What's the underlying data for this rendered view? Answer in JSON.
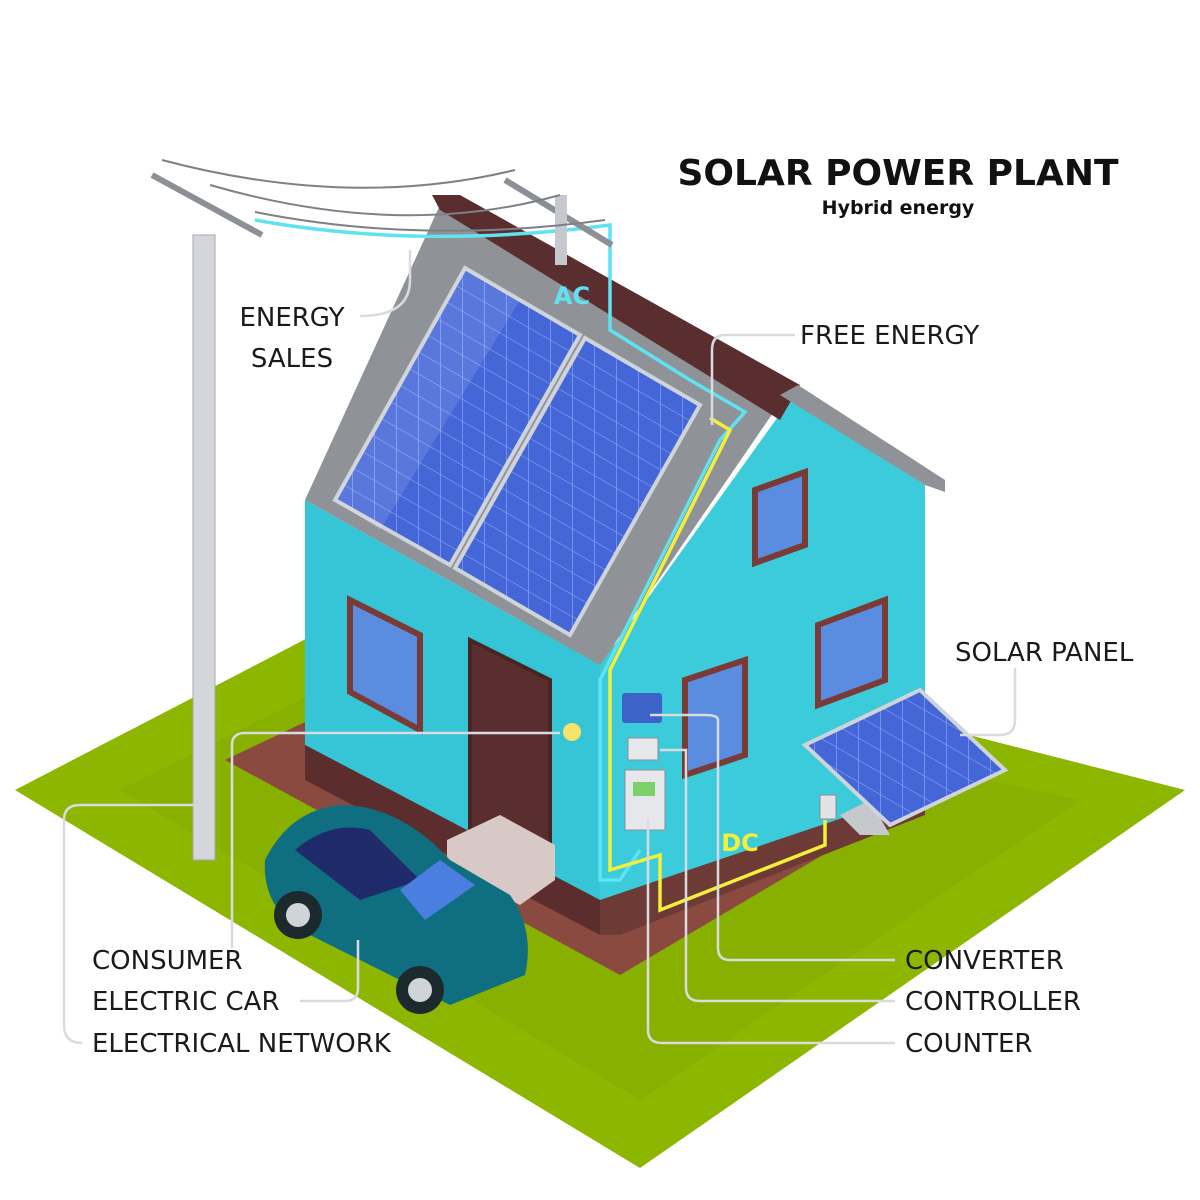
{
  "title": "SOLAR POWER PLANT",
  "subtitle": "Hybrid energy",
  "labels": {
    "energy_sales_1": "ENERGY",
    "energy_sales_2": "SALES",
    "ac": "AC",
    "dc": "DC",
    "free_energy": "FREE ENERGY",
    "solar_panel": "SOLAR PANEL",
    "converter": "CONVERTER",
    "controller": "CONTROLLER",
    "counter": "COUNTER",
    "consumer": "CONSUMER",
    "electric_car": "ELECTRIC CAR",
    "electrical_network": "ELECTRICAL NETWORK"
  },
  "colors": {
    "ground": "#8db600",
    "wall": "#3cc8d8",
    "roof": "#8f9398",
    "ridge": "#5a2e2e",
    "panel": "#3b57c9",
    "ac_line": "#5fe3f0",
    "dc_line": "#f3ef3a",
    "car": "#0f6e80"
  }
}
